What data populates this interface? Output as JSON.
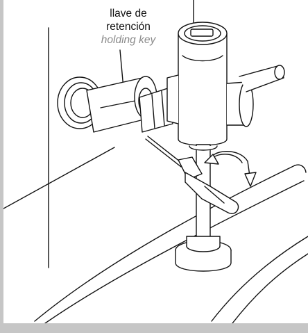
{
  "callout": {
    "label_es_line1": "llave de",
    "label_es_line2": "retención",
    "label_en": "holding key"
  },
  "colors": {
    "background": "#ffffff",
    "frame": "#c6c6c6",
    "stroke": "#111111",
    "english_label": "#8a8a8a"
  }
}
